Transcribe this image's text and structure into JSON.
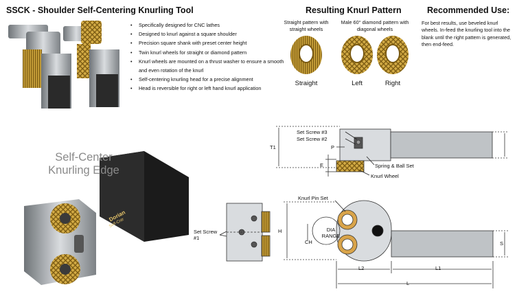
{
  "header": {
    "title": "SSCK - Shoulder Self-Centering Knurling Tool"
  },
  "features": [
    "Specifically designed for CNC lathes",
    "Designed to knurl against a square shoulder",
    "Precision square shank with preset center height",
    "Twin knurl wheels for straight  or diamond pattern",
    "Knurl wheels are mounted on a thrust washer to ensure a smooth and even rotation of the knurl",
    "Self-centering knurling head for a precise alignment",
    "Head is reversible for right or left hand knurl application"
  ],
  "knurl_pattern": {
    "title": "Resulting Knurl Pattern",
    "straight_caption": "Straight pattern with straight wheels",
    "diamond_caption": "Male 60° diamond pattern with diagonal wheels",
    "labels": [
      "Straight",
      "Left",
      "Right"
    ]
  },
  "recommended": {
    "title": "Recommended Use:",
    "text": "For best results, use beveled knurl wheels. In-feed the knurling tool into the blank until the right pattern is generated, then end-feed."
  },
  "side_view": {
    "title": "Self-Center Knurling Edge",
    "brand": "Dorian",
    "model": "Self-Cntr"
  },
  "diagram_top": {
    "set_screw_3": "Set Screw #3",
    "set_screw_2": "Set Screw #2",
    "t1": "T1",
    "p": "P",
    "e": "E",
    "spring_ball": "Spring & Ball Set",
    "knurl_wheel": "Knurl Wheel"
  },
  "diagram_bottom": {
    "knurl_pin_set": "Knurl Pin Set",
    "set_screw_1": "Set Screw #1",
    "h": "H",
    "dia_range": "DIA RANGE",
    "ch": "CH",
    "s": "S",
    "l2": "L2",
    "l1": "L1",
    "l": "L"
  },
  "colors": {
    "brass": "#c9a13a",
    "steel": "#9da3a8",
    "shank": "#1a1a1a",
    "gray_text": "#8a8a8a"
  }
}
